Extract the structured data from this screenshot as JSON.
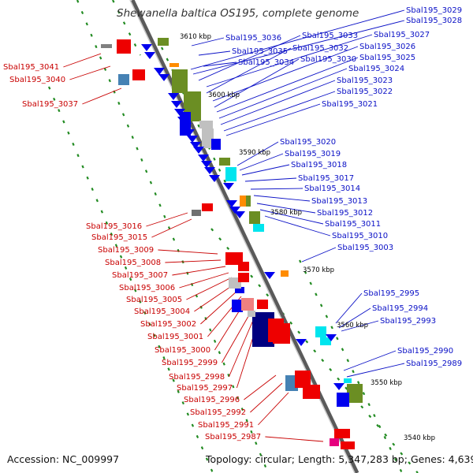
{
  "title": "Shewanella baltica OS195, complete genome",
  "footer": {
    "accession_label": "Accession:",
    "accession": "NC_009997",
    "topology_label": "Topology:",
    "topology": "circular",
    "length_label": "Length:",
    "length": "5,347,283 bp",
    "genes_label": "Genes:",
    "genes": "4,639"
  },
  "colors": {
    "backbone": "#808080",
    "forward_labels": "#0a10c6",
    "reverse_labels": "#c80000",
    "forward_genes": "#0000ee",
    "reverse_genes": "#ee0000",
    "olive_genes": "#6b8e23",
    "cyan_genes": "#00e5ee",
    "steelblue_genes": "#4682b4",
    "gray_genes": "#c0c0c0",
    "orange_genes": "#ff8c00",
    "navy_genes": "#000080",
    "tick_marks": "#228b22"
  },
  "scale_labels": [
    "3610 kbp",
    "3600 kbp",
    "3590 kbp",
    "3580 kbp",
    "3570 kbp",
    "3560 kbp",
    "3550 kbp",
    "3540 kbp"
  ],
  "forward_gene_labels": [
    "Sbal195_3029",
    "Sbal195_3028",
    "Sbal195_3036",
    "Sbal195_3033",
    "Sbal195_3027",
    "Sbal195_3035",
    "Sbal195_3032",
    "Sbal195_3026",
    "Sbal195_3034",
    "Sbal195_3030",
    "Sbal195_3025",
    "Sbal195_3024",
    "Sbal195_3023",
    "Sbal195_3022",
    "Sbal195_3021",
    "Sbal195_3020",
    "Sbal195_3019",
    "Sbal195_3018",
    "Sbal195_3017",
    "Sbal195_3014",
    "Sbal195_3013",
    "Sbal195_3012",
    "Sbal195_3011",
    "Sbal195_3010",
    "Sbal195_3003",
    "Sbal195_2995",
    "Sbal195_2994",
    "Sbal195_2993",
    "Sbal195_2990",
    "Sbal195_2989"
  ],
  "reverse_gene_labels": [
    "Sbal195_3041",
    "Sbal195_3040",
    "Sbal195_3037",
    "Sbal195_3016",
    "Sbal195_3015",
    "Sbal195_3009",
    "Sbal195_3008",
    "Sbal195_3007",
    "Sbal195_3006",
    "Sbal195_3005",
    "Sbal195_3004",
    "Sbal195_3002",
    "Sbal195_3001",
    "Sbal195_3000",
    "Sbal195_2999",
    "Sbal195_2998",
    "Sbal195_2997",
    "Sbal195_2996",
    "Sbal195_2992",
    "Sbal195_2991",
    "Sbal195_2987"
  ]
}
